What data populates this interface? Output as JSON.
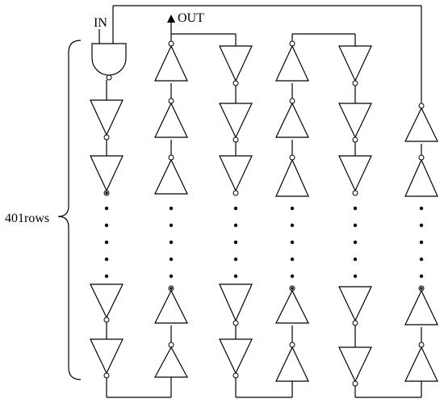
{
  "labels": {
    "input": "IN",
    "output": "OUT",
    "rows": "401rows"
  }
}
